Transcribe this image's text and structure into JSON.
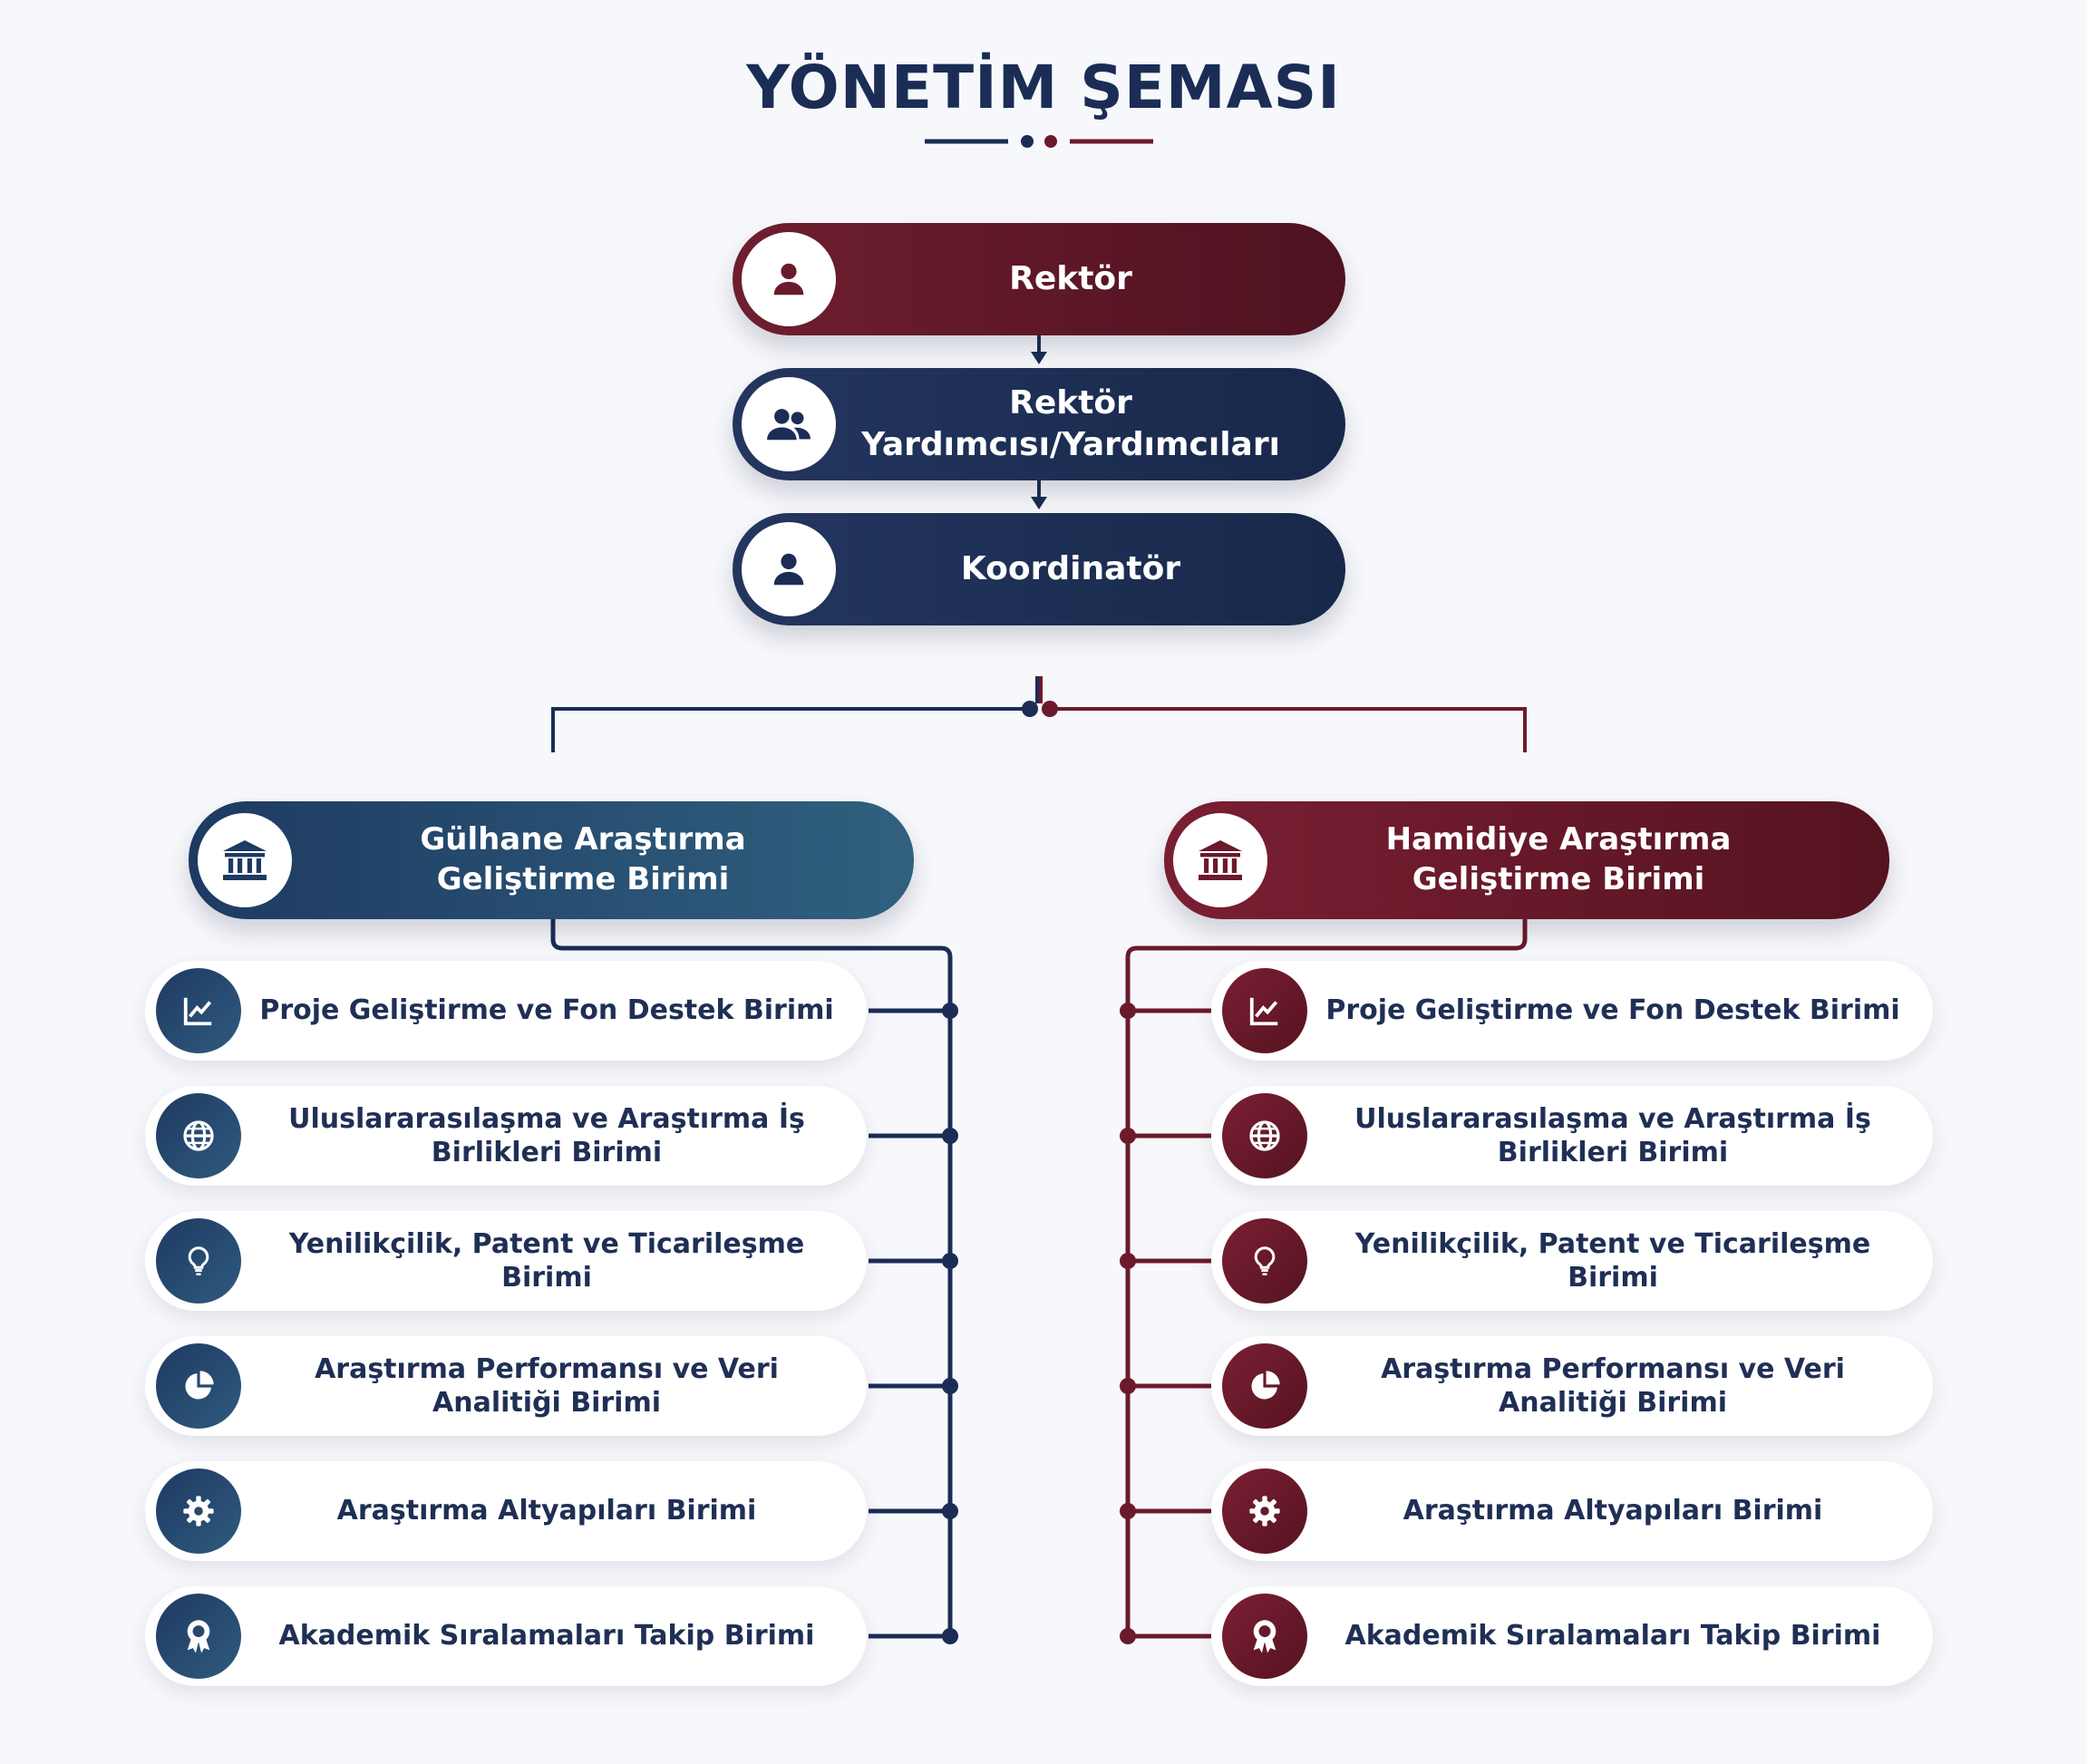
{
  "title": "YÖNETİM ŞEMASI",
  "colors": {
    "navy": "#1b2d55",
    "maroon": "#6b1a2c",
    "blue_branch": "#2a5474"
  },
  "hierarchy": [
    {
      "label": "Rektör",
      "icon": "user-icon"
    },
    {
      "label": "Rektör Yardımcısı/Yardımcıları",
      "icon": "users-icon"
    },
    {
      "label": "Koordinatör",
      "icon": "user-icon"
    }
  ],
  "branches": [
    {
      "label": "Gülhane Araştırma Geliştirme Birimi",
      "icon": "institution-icon",
      "units": [
        {
          "label": "Proje Geliştirme ve Fon Destek Birimi",
          "icon": "chart-line-icon"
        },
        {
          "label": "Uluslararasılaşma ve Araştırma İş Birlikleri Birimi",
          "icon": "globe-icon"
        },
        {
          "label": "Yenilikçilik, Patent ve Ticarileşme Birimi",
          "icon": "lightbulb-icon"
        },
        {
          "label": "Araştırma Performansı ve Veri Analitiği Birimi",
          "icon": "pie-chart-icon"
        },
        {
          "label": "Araştırma Altyapıları Birimi",
          "icon": "gear-icon"
        },
        {
          "label": "Akademik Sıralamaları Takip Birimi",
          "icon": "award-icon"
        }
      ]
    },
    {
      "label": "Hamidiye Araştırma Geliştirme Birimi",
      "icon": "institution-icon",
      "units": [
        {
          "label": "Proje Geliştirme ve Fon Destek Birimi",
          "icon": "chart-line-icon"
        },
        {
          "label": "Uluslararasılaşma ve Araştırma İş Birlikleri Birimi",
          "icon": "globe-icon"
        },
        {
          "label": "Yenilikçilik, Patent ve Ticarileşme Birimi",
          "icon": "lightbulb-icon"
        },
        {
          "label": "Araştırma Performansı ve Veri Analitiği Birimi",
          "icon": "pie-chart-icon"
        },
        {
          "label": "Araştırma Altyapıları Birimi",
          "icon": "gear-icon"
        },
        {
          "label": "Akademik Sıralamaları Takip Birimi",
          "icon": "award-icon"
        }
      ]
    }
  ]
}
